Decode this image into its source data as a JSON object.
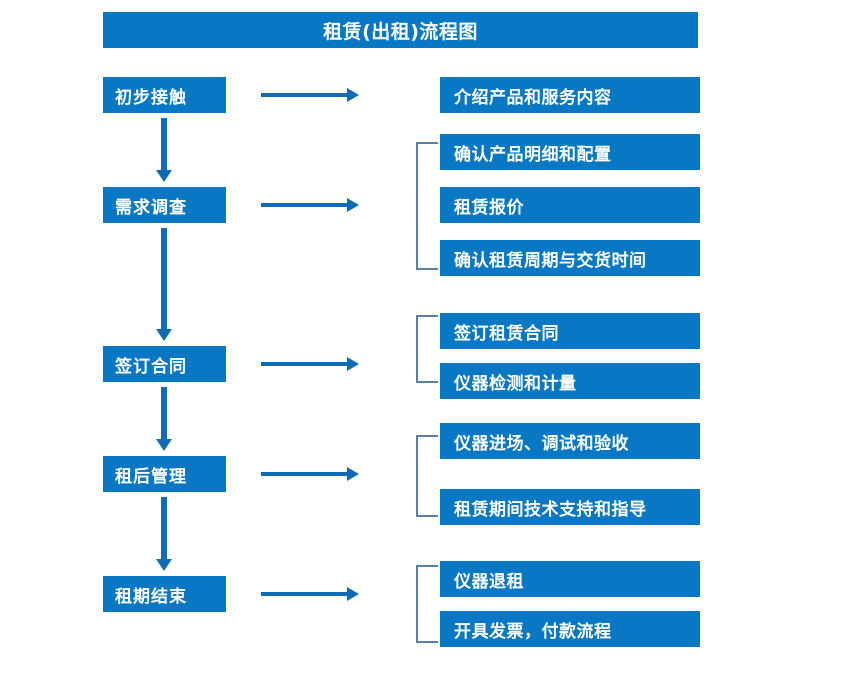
{
  "chart_title": "租赁(出租)流程图",
  "colors": {
    "box_blue": "#0878C4",
    "arrow_blue": "#0E6CB4",
    "bracket_blue": "#5B7FA8",
    "text_white": "#FFFFFF",
    "background": "#FFFFFF"
  },
  "stages": [
    {
      "label": "初步接触"
    },
    {
      "label": "需求调查"
    },
    {
      "label": "签订合同"
    },
    {
      "label": "租后管理"
    },
    {
      "label": "租期结束"
    }
  ],
  "details": {
    "group1": [
      {
        "label": "介绍产品和服务内容"
      }
    ],
    "group2": [
      {
        "label": "确认产品明细和配置"
      },
      {
        "label": "租赁报价"
      },
      {
        "label": "确认租赁周期与交货时间"
      }
    ],
    "group3": [
      {
        "label": "签订租赁合同"
      },
      {
        "label": "仪器检测和计量"
      }
    ],
    "group4": [
      {
        "label": "仪器进场、调试和验收"
      },
      {
        "label": "租赁期间技术支持和指导"
      }
    ],
    "group5": [
      {
        "label": "仪器退租"
      },
      {
        "label": "开具发票，付款流程"
      }
    ]
  }
}
